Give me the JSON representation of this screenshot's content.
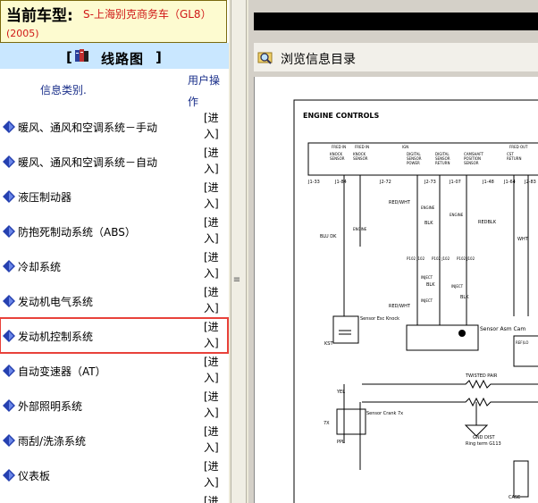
{
  "vehicle": {
    "label": "当前车型:",
    "name": "S-上海别克商务车（GL8）",
    "year": "(2005)"
  },
  "nav": {
    "bracket_left": "[",
    "title": "线路图",
    "bracket_right": "]"
  },
  "columns": {
    "category": "信息类别.",
    "operation": "用户操作"
  },
  "enter_label": "[进入]",
  "systems": [
    "暖风、通风和空调系统－手动",
    "暖风、通风和空调系统－自动",
    "液压制动器",
    "防抱死制动系统（ABS）",
    "冷却系统",
    "发动机电气系统",
    "发动机控制系统",
    "自动变速器（AT）",
    "外部照明系统",
    "雨刮/洗涤系统",
    "仪表板"
  ],
  "selected_index": 6,
  "right_panel": {
    "toolbar_label": "浏览信息目录"
  },
  "diagram": {
    "title": "ENGINE CONTROLS",
    "sensors": {
      "knock": "Sensor Esc Knock",
      "asm_cam": "Sensor Asm Cam",
      "crank": "Sensor Crank 7x"
    },
    "labels": {
      "twisted_pair": "TWISTED PAIR",
      "gnd_dist": "GND DIST",
      "ring_term": "Ring term G113",
      "kst": "KST",
      "case": "CASE",
      "ref": "REF(LO",
      "seven_x": "7X"
    },
    "wires": {
      "blu_dk": "BLU DK",
      "red_wht": "RED/WHT",
      "blk": "BLK",
      "redblk": "REDBLK",
      "wht": "WHT",
      "yel": "YEL",
      "ppl": "PPL"
    },
    "top_pins": [
      "J1-33",
      "J1-84",
      "J2-72",
      "J2-73",
      "J1-07",
      "J1-48",
      "J1-64",
      "J2-83"
    ],
    "connectors": [
      "P102 J102",
      "P102 J102",
      "P102 J102"
    ]
  }
}
